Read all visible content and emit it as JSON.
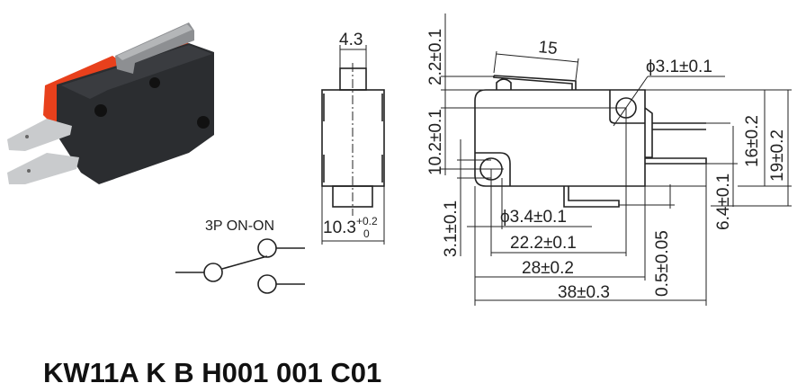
{
  "part_number": "KW11A K B H001 001 C01",
  "schematic": {
    "label": "3P  ON-ON"
  },
  "side_view": {
    "plunger_width": "4.3",
    "body_width": "10.3",
    "tol_upper": "+0.2",
    "tol_lower": "0"
  },
  "front_view": {
    "lever_length": "15",
    "mount_hole_top": "ϕ3.1±0.1",
    "mount_hole_bottom": "ϕ3.4±0.1",
    "lever_height": "2.2±0.1",
    "hole_vertical_spacing": "10.2±0.1",
    "hole_offset": "3.1±0.1",
    "hole_spacing": "22.2±0.1",
    "body_length": "28±0.2",
    "overall_length": "38±0.3",
    "terminal_thickness": "0.5±0.05",
    "terminal_offset": "6.4±0.1",
    "terminal_spacing": "16±0.2",
    "body_height": "19±0.2"
  },
  "colors": {
    "body": "#2b2d30",
    "accent": "#e8401c",
    "metal": "#b8b8b8"
  }
}
